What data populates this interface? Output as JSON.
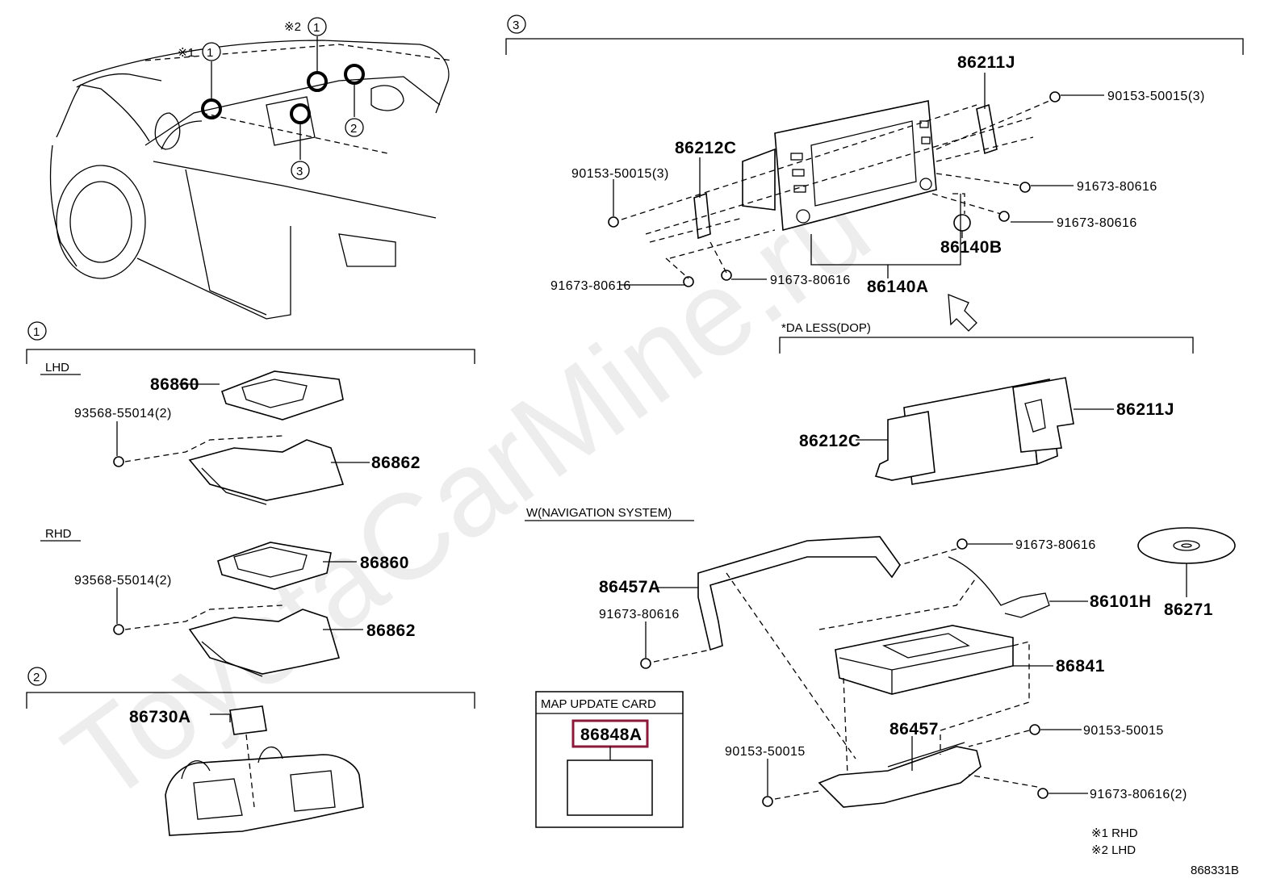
{
  "diagram": {
    "watermark": "ToyotaCarMine.ru",
    "footer_code": "868331B",
    "marks": {
      "x1": "※1",
      "x2": "※2",
      "n1": "1",
      "n2": "2",
      "n3": "3"
    },
    "legend": {
      "rhd": "※1 RHD",
      "lhd": "※2 LHD"
    },
    "section3": {
      "parts": {
        "p86211J": "86211J",
        "p90153_50015_3a": "90153-50015(3)",
        "p91673_a": "91673-80616",
        "p91673_b": "91673-80616",
        "p86212C": "86212C",
        "p90153_50015_3b": "90153-50015(3)",
        "p86140B": "86140B",
        "p91673_c": "91673-80616",
        "p91673_d": "91673-80616",
        "p86140A": "86140A"
      },
      "da_less": {
        "label": "*DA LESS(DOP)",
        "p86211J": "86211J",
        "p86212C": "86212C"
      }
    },
    "section1": {
      "lhd": {
        "label": "LHD",
        "p86860": "86860",
        "p93568": "93568-55014(2)",
        "p86862": "86862"
      },
      "rhd": {
        "label": "RHD",
        "p86860": "86860",
        "p93568": "93568-55014(2)",
        "p86862": "86862"
      }
    },
    "section2": {
      "p86730A": "86730A"
    },
    "nav": {
      "label": "W(NAVIGATION SYSTEM)",
      "p91673_a": "91673-80616",
      "p86457A": "86457A",
      "p91673_b": "91673-80616",
      "p86101H": "86101H",
      "p86271": "86271",
      "p86841": "86841",
      "p86457": "86457",
      "p90153_a": "90153-50015",
      "p90153_b": "90153-50015",
      "p91673_c": "91673-80616(2)"
    },
    "map_card": {
      "title": "MAP UPDATE CARD",
      "part": "86848A"
    }
  }
}
